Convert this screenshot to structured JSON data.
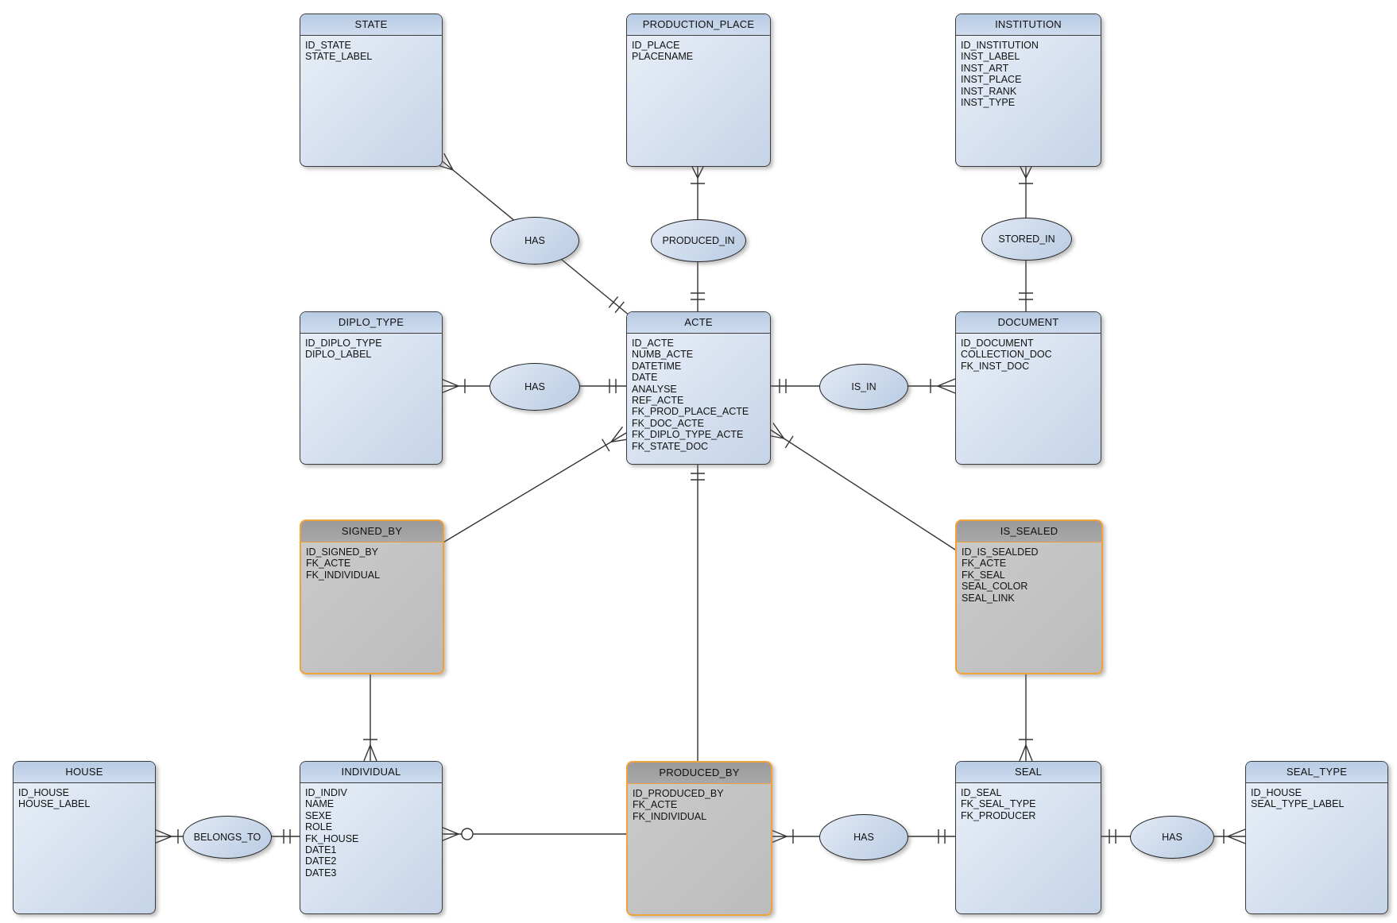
{
  "diagram_type": "entity-relationship-diagram",
  "colors": {
    "entity_header": "#bccfe6",
    "entity_body_gradient": [
      "#eaf0f8",
      "#c6d4e8"
    ],
    "associative_border": "#f0a238",
    "associative_header": "#9a9a9a",
    "associative_body": "#c3c3c3",
    "connector_line": "#333333",
    "background": "#ffffff"
  },
  "entities": [
    {
      "title": "STATE",
      "kind": "entity",
      "fields": [
        "ID_STATE",
        "STATE_LABEL"
      ]
    },
    {
      "title": "PRODUCTION_PLACE",
      "kind": "entity",
      "fields": [
        "ID_PLACE",
        "PLACENAME"
      ]
    },
    {
      "title": "INSTITUTION",
      "kind": "entity",
      "fields": [
        "ID_INSTITUTION",
        "INST_LABEL",
        "INST_ART",
        "INST_PLACE",
        "INST_RANK",
        "INST_TYPE"
      ]
    },
    {
      "title": "DIPLO_TYPE",
      "kind": "entity",
      "fields": [
        "ID_DIPLO_TYPE",
        "DIPLO_LABEL"
      ]
    },
    {
      "title": "ACTE",
      "kind": "entity",
      "fields": [
        "ID_ACTE",
        "NUMB_ACTE",
        "DATETIME",
        "DATE",
        "ANALYSE",
        "REF_ACTE",
        "FK_PROD_PLACE_ACTE",
        "FK_DOC_ACTE",
        "FK_DIPLO_TYPE_ACTE",
        "FK_STATE_DOC"
      ]
    },
    {
      "title": "DOCUMENT",
      "kind": "entity",
      "fields": [
        "ID_DOCUMENT",
        "COLLECTION_DOC",
        "FK_INST_DOC"
      ]
    },
    {
      "title": "SIGNED_BY",
      "kind": "associative",
      "fields": [
        "ID_SIGNED_BY",
        "FK_ACTE",
        "FK_INDIVIDUAL"
      ]
    },
    {
      "title": "IS_SEALED",
      "kind": "associative",
      "fields": [
        "ID_IS_SEALDED",
        "FK_ACTE",
        "FK_SEAL",
        "SEAL_COLOR",
        "SEAL_LINK"
      ]
    },
    {
      "title": "HOUSE",
      "kind": "entity",
      "fields": [
        "ID_HOUSE",
        "HOUSE_LABEL"
      ]
    },
    {
      "title": "INDIVIDUAL",
      "kind": "entity",
      "fields": [
        "ID_INDIV",
        "NAME",
        "SEXE",
        "ROLE",
        "FK_HOUSE",
        "DATE1",
        "DATE2",
        "DATE3"
      ]
    },
    {
      "title": "PRODUCED_BY",
      "kind": "associative",
      "fields": [
        "ID_PRODUCED_BY",
        "FK_ACTE",
        "FK_INDIVIDUAL"
      ]
    },
    {
      "title": "SEAL",
      "kind": "entity",
      "fields": [
        "ID_SEAL",
        "FK_SEAL_TYPE",
        "FK_PRODUCER"
      ]
    },
    {
      "title": "SEAL_TYPE",
      "kind": "entity",
      "fields": [
        "ID_HOUSE",
        "SEAL_TYPE_LABEL"
      ]
    }
  ],
  "relationships": [
    {
      "label": "HAS",
      "between": [
        "STATE",
        "ACTE"
      ]
    },
    {
      "label": "PRODUCED_IN",
      "between": [
        "PRODUCTION_PLACE",
        "ACTE"
      ]
    },
    {
      "label": "STORED_IN",
      "between": [
        "INSTITUTION",
        "DOCUMENT"
      ]
    },
    {
      "label": "HAS",
      "between": [
        "DIPLO_TYPE",
        "ACTE"
      ]
    },
    {
      "label": "IS_IN",
      "between": [
        "ACTE",
        "DOCUMENT"
      ]
    },
    {
      "label": "BELONGS_TO",
      "between": [
        "HOUSE",
        "INDIVIDUAL"
      ]
    },
    {
      "label": "HAS",
      "between": [
        "PRODUCED_BY",
        "SEAL"
      ]
    },
    {
      "label": "HAS",
      "between": [
        "SEAL",
        "SEAL_TYPE"
      ]
    }
  ]
}
